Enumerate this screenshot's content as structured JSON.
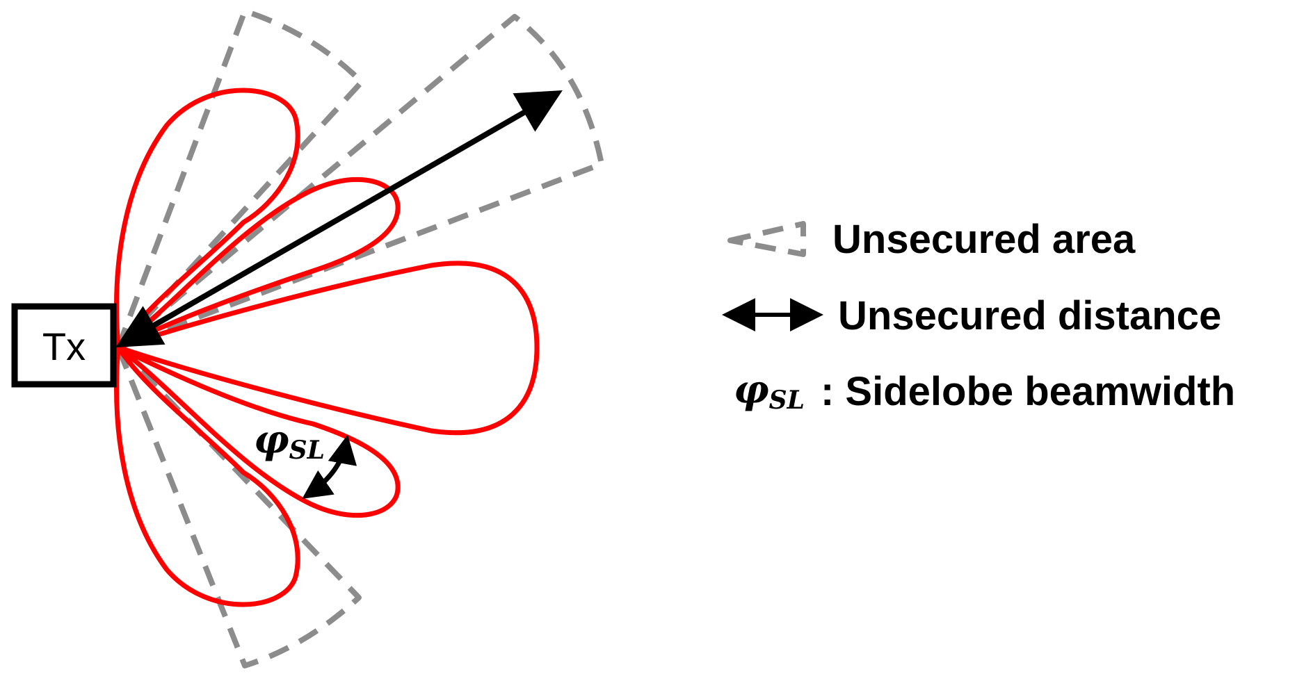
{
  "transmitter": {
    "label": "Tx"
  },
  "annotation": {
    "symbol": "φ",
    "subscript": "SL"
  },
  "legend": {
    "area_label": "Unsecured area",
    "distance_label": "Unsecured distance",
    "beamwidth_symbol": "φ",
    "beamwidth_subscript": "SL",
    "beamwidth_label": ": Sidelobe beamwidth"
  },
  "colors": {
    "lobe": "#ff0000",
    "unsecured_area": "#8c8c8c",
    "arrow": "#000000"
  }
}
